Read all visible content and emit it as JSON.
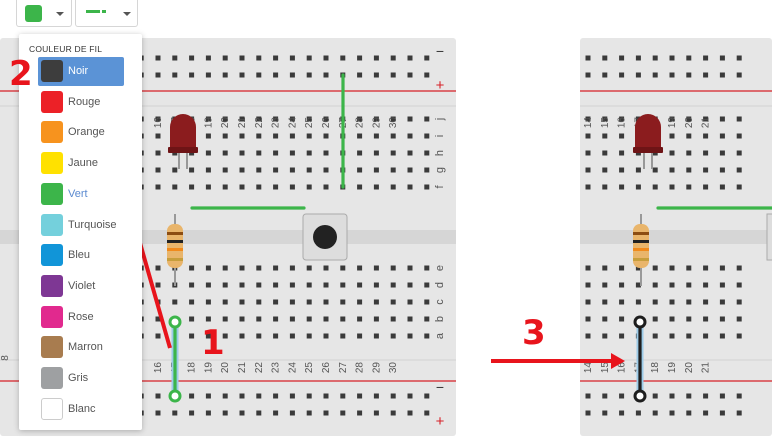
{
  "toolbar": {
    "color_button": {
      "swatch_color": "#3cb54a",
      "icon": "chevron-down-icon"
    },
    "wire_style_button": {
      "icon": "wire-style-icon"
    }
  },
  "color_menu": {
    "title": "COULEUR DE FIL",
    "items": [
      {
        "label": "Noir",
        "color": "#3d3d3d",
        "state": "hovered"
      },
      {
        "label": "Rouge",
        "color": "#ec2127",
        "state": ""
      },
      {
        "label": "Orange",
        "color": "#f7931e",
        "state": ""
      },
      {
        "label": "Jaune",
        "color": "#ffe100",
        "state": ""
      },
      {
        "label": "Vert",
        "color": "#3cb54a",
        "state": "current"
      },
      {
        "label": "Turquoise",
        "color": "#74d0dc",
        "state": ""
      },
      {
        "label": "Bleu",
        "color": "#1195d8",
        "state": ""
      },
      {
        "label": "Violet",
        "color": "#7e3794",
        "state": ""
      },
      {
        "label": "Rose",
        "color": "#e1298e",
        "state": ""
      },
      {
        "label": "Marron",
        "color": "#a87c4f",
        "state": ""
      },
      {
        "label": "Gris",
        "color": "#9ea0a2",
        "state": ""
      },
      {
        "label": "Blanc",
        "color": "#ffffff",
        "state": ""
      }
    ]
  },
  "breadboard": {
    "column_numbers": [
      "16",
      "17",
      "18",
      "19",
      "20",
      "21",
      "22",
      "23",
      "24",
      "25",
      "26",
      "27",
      "28",
      "29",
      "30"
    ],
    "right_column_numbers": [
      "14",
      "15",
      "16",
      "17",
      "18",
      "19",
      "20",
      "21"
    ],
    "row_letters_top": [
      "j",
      "i",
      "h",
      "g",
      "f"
    ],
    "row_letters_bottom": [
      "e",
      "d",
      "c",
      "b",
      "a"
    ],
    "rail_minus": "−",
    "rail_plus": "+",
    "left_edge_label": "8"
  },
  "annotations": {
    "step1": "1",
    "step2": "2",
    "step3": "3"
  },
  "colors": {
    "breadboard": "#e6e6e6",
    "hole": "#3a3a3a",
    "rail_red": "#d62027",
    "wire_green": "#3cb54a",
    "wire_black": "#1e1e1e",
    "arrow_red": "#e8141c",
    "led": "#8b1c1e"
  }
}
